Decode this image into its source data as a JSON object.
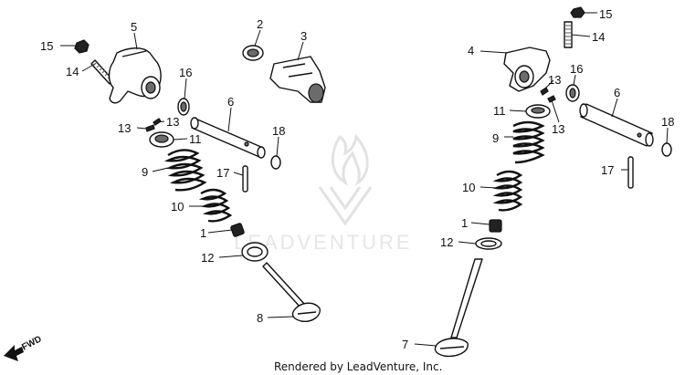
{
  "callouts": {
    "l15": "15",
    "l14": "14",
    "l5": "5",
    "l16": "16",
    "l13a": "13",
    "l13b": "13",
    "l11": "11",
    "l9": "9",
    "l10": "10",
    "l1": "1",
    "l12": "12",
    "l8": "8",
    "l2": "2",
    "l3": "3",
    "l6": "6",
    "l18": "18",
    "l17": "17",
    "r15": "15",
    "r14": "14",
    "r4": "4",
    "r16": "16",
    "r13a": "13",
    "r13b": "13",
    "r11": "11",
    "r9": "9",
    "r10": "10",
    "r1": "1",
    "r12": "12",
    "r7": "7",
    "r6": "6",
    "r18": "18",
    "r17": "17"
  },
  "fwd_label": "FWD",
  "watermark_text": "LEADVENTURE",
  "footer": "Rendered by LeadVenture, Inc."
}
